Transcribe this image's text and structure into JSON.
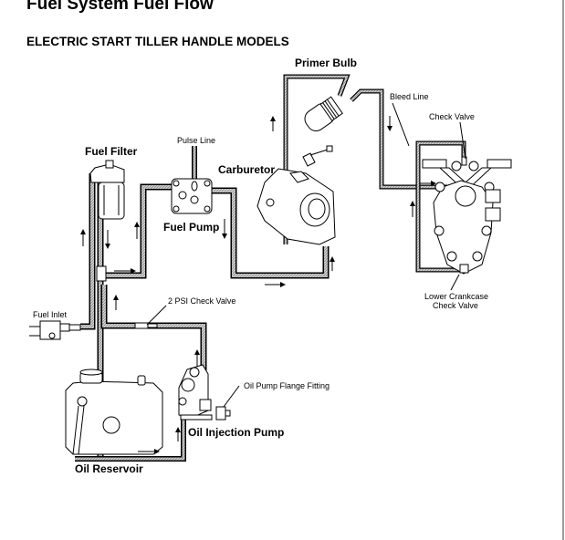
{
  "header": {
    "title": "Fuel System Fuel Flow",
    "subtitle": "ELECTRIC START TILLER HANDLE MODELS"
  },
  "labels": {
    "primer_bulb": "Primer Bulb",
    "bleed_line": "Bleed Line",
    "check_valve": "Check Valve",
    "pulse_line": "Pulse Line",
    "fuel_filter": "Fuel Filter",
    "carburetor": "Carburetor",
    "fuel_pump": "Fuel Pump",
    "lower_crankcase_check_valve_1": "Lower Crankcase",
    "lower_crankcase_check_valve_2": "Check Valve",
    "psi_check_valve": "2 PSI Check Valve",
    "fuel_inlet": "Fuel Inlet",
    "oil_pump_flange_fitting": "Oil Pump Flange Fitting",
    "oil_injection_pump": "Oil Injection Pump",
    "oil_reservoir": "Oil Reservoir"
  },
  "colors": {
    "hose_fill": "#b8b8b8",
    "line": "#000000",
    "edge": "#9a9a9a"
  },
  "icons": {
    "flow_arrow": "arrow-icon"
  }
}
